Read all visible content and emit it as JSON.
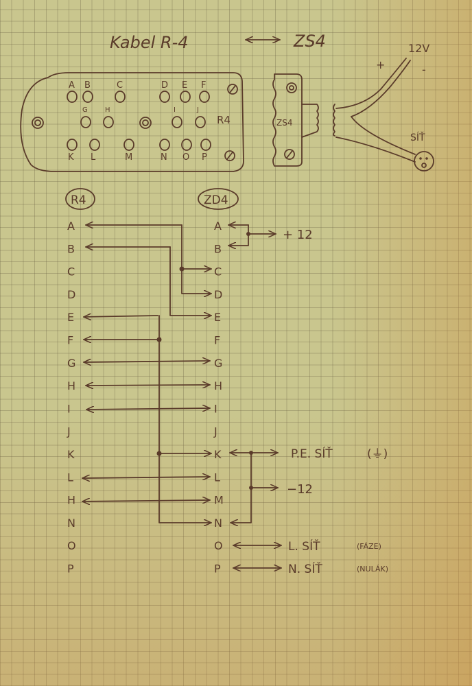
{
  "title": {
    "left": "Kabel R-4",
    "right": "ZS4"
  },
  "connector_r4": {
    "label": "R4",
    "pins_top": [
      "A",
      "B",
      "C",
      "D",
      "E",
      "F"
    ],
    "pins_mid": [
      "G",
      "H",
      "I",
      "J"
    ],
    "pins_bottom": [
      "K",
      "L",
      "M",
      "N",
      "O",
      "P"
    ]
  },
  "connector_zs4": {
    "label": "ZS4"
  },
  "supply": {
    "voltage": "12V",
    "plus": "+",
    "minus": "-",
    "mains": "SÍŤ"
  },
  "wiring": {
    "left_header": "R4",
    "right_header": "ZD4",
    "left_pins": [
      "A",
      "B",
      "C",
      "D",
      "E",
      "F",
      "G",
      "H",
      "I",
      "J",
      "K",
      "L",
      "H",
      "N",
      "O",
      "P"
    ],
    "right_pins": [
      "A",
      "B",
      "C",
      "D",
      "E",
      "F",
      "G",
      "H",
      "I",
      "J",
      "K",
      "L",
      "M",
      "N",
      "O",
      "P"
    ],
    "plus12": "+ 12",
    "minus12": "−12",
    "pe": "P.E. SÍŤ",
    "ground_symbol": "(⏚)",
    "l_line": "L. SÍŤ",
    "l_note": "(FÁZE)",
    "n_line": "N. SÍŤ",
    "n_note": "(NULÁK)"
  },
  "colors": {
    "ink": "#5a3b2a",
    "paper": "#c9c68e"
  }
}
